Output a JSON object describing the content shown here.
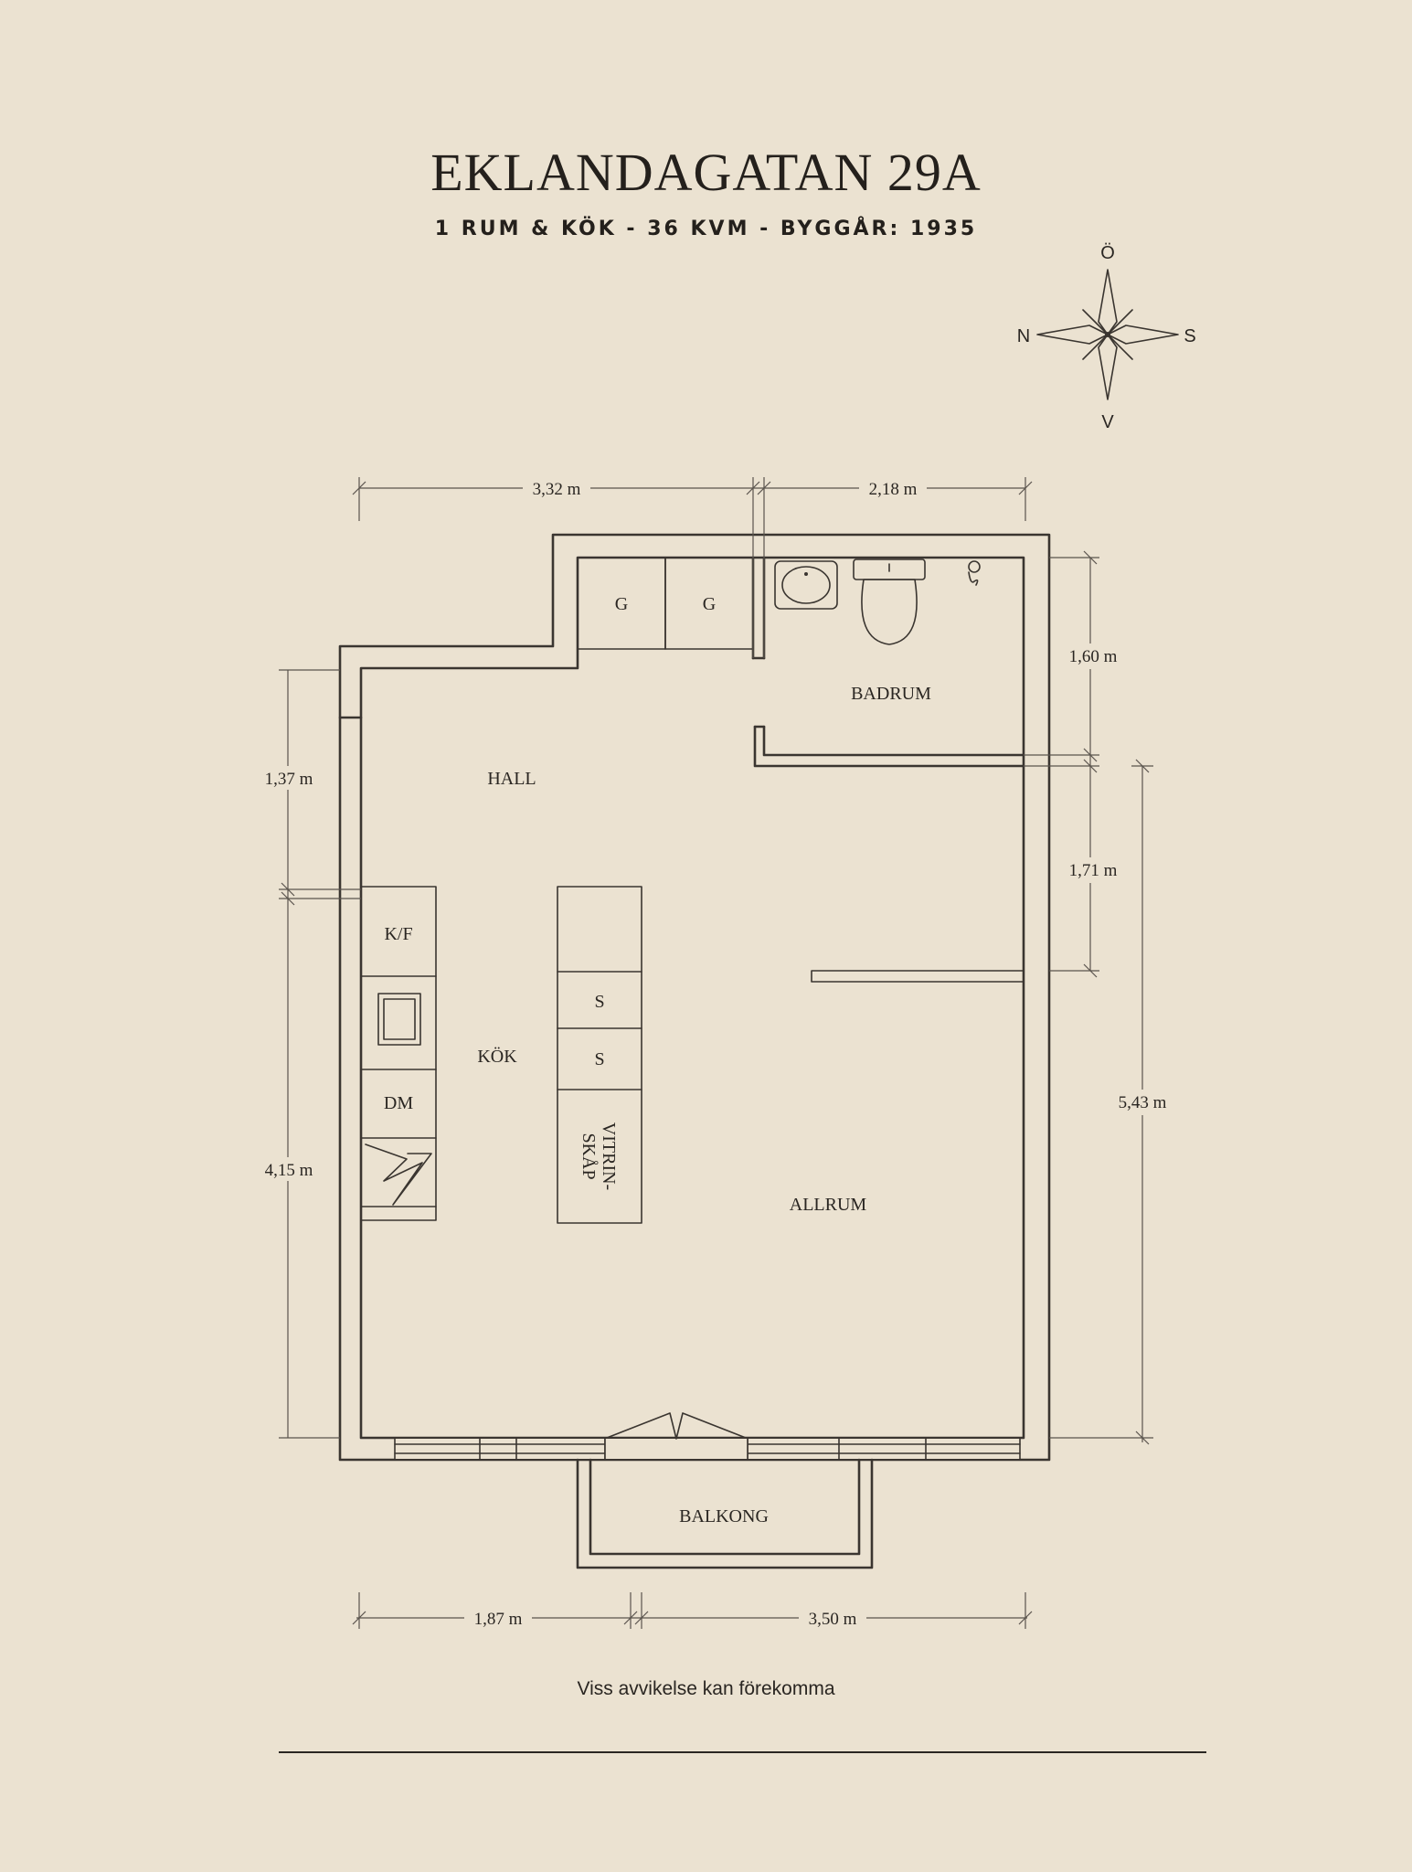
{
  "header": {
    "title": "EKLANDAGATAN 29A",
    "subtitle": "1 RUM & KÖK  -  36 KVM  -  BYGGÅR: 1935"
  },
  "compass": {
    "north": "N",
    "south": "S",
    "east": "Ö",
    "west": "V"
  },
  "rooms": {
    "hall": "HALL",
    "badrum": "BADRUM",
    "kok": "KÖK",
    "allrum": "ALLRUM",
    "balkong": "BALKONG"
  },
  "fixtures": {
    "g1": "G",
    "g2": "G",
    "kf": "K/F",
    "dm": "DM",
    "s1": "S",
    "s2": "S",
    "vitrin_line1": "VITRIN-",
    "vitrin_line2": "SKÅP"
  },
  "dimensions": {
    "top_left": "3,32 m",
    "top_right": "2,18 m",
    "left_upper": "1,37 m",
    "left_lower": "4,15 m",
    "right_upper": "1,60 m",
    "right_middle": "1,71 m",
    "right_lower": "5,43 m",
    "bottom_left": "1,87 m",
    "bottom_right": "3,50 m"
  },
  "footer": {
    "note": "Viss avvikelse kan förekomma"
  }
}
